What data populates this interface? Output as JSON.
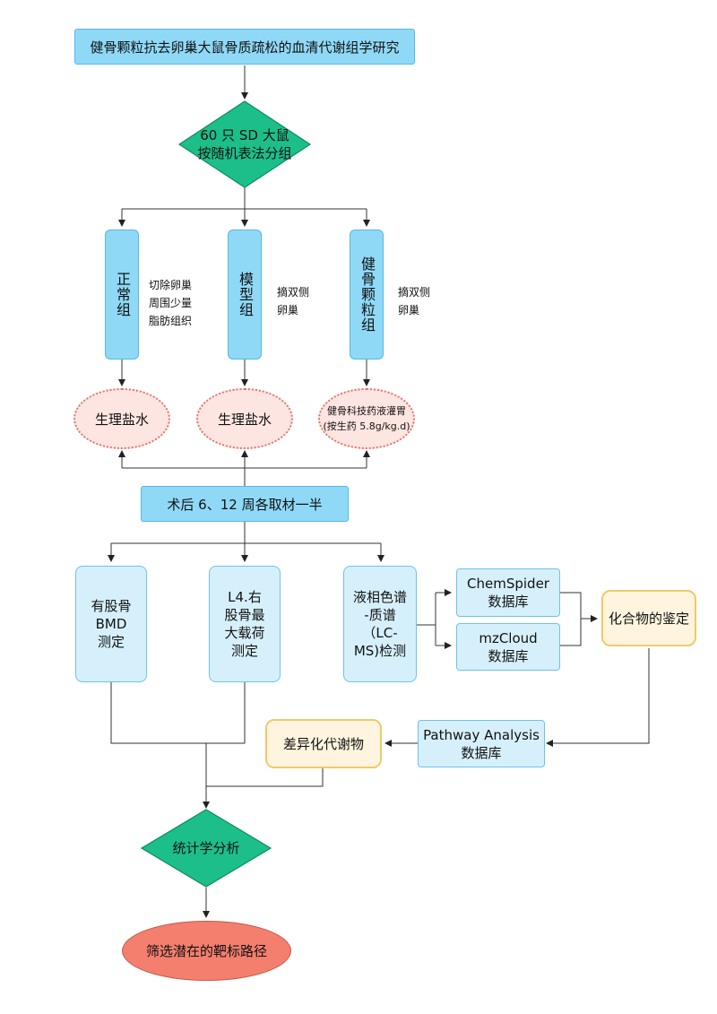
{
  "title": "健骨颗粒抗去卵巢大鼠骨质疏松的血清代谢组学研究",
  "grouping": [
    "60 只 SD 大鼠",
    "按随机表法分组"
  ],
  "groups": [
    {
      "label": "正常组",
      "note": [
        "切除卵巢",
        "周围少量",
        "脂肪组织"
      ],
      "treatment": [
        "生理盐水"
      ]
    },
    {
      "label": "模型组",
      "note": [
        "摘双侧",
        "卵巢"
      ],
      "treatment": [
        "生理盐水"
      ]
    },
    {
      "label": "健骨颗粒组",
      "note": [
        "摘双侧",
        "卵巢"
      ],
      "treatment": [
        "健骨科技药液灌胃",
        "(按生药 5.8g/kg.d)"
      ]
    }
  ],
  "sampling": "术后 6、12 周各取材一半",
  "tests": {
    "bmd": "有股骨\nBMD\n测定",
    "load": "L4.右\n股骨最\n大载荷\n测定",
    "lcms": "液相色谱\n-质谱\n（LC-\nMS)检测"
  },
  "databases": {
    "chemspider": "ChemSpider\n数据库",
    "mzcloud": "mzCloud\n数据库",
    "pathway": "Pathway Analysis\n数据库"
  },
  "identification": "化合物的鉴定",
  "metabolites": "差异化代谢物",
  "statistics": "统计学分析",
  "result": "筛选潜在的靶标路径"
}
